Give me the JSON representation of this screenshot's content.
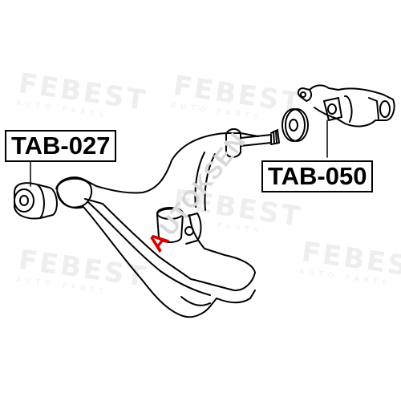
{
  "watermarks": {
    "brand": "FEBEST",
    "sub": "AUTO PARTS",
    "overlay_red": "A",
    "overlay_grey": "UTOKSEN"
  },
  "labels": {
    "left": "TAB-027",
    "right": "TAB-050"
  },
  "colors": {
    "line": "#000000",
    "watermark": "#eeeeee",
    "overlay_red": "#d80000"
  }
}
